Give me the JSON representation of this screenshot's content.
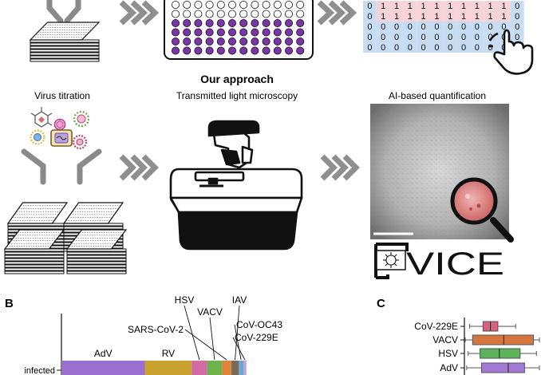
{
  "workflow": {
    "approach_title": "Our approach",
    "stages": [
      "Virus titration",
      "Transmitted light microscopy",
      "AI-based quantification"
    ],
    "logo_text": "VICE"
  },
  "matrix": {
    "rows": [
      [
        "0",
        "1",
        "1",
        "1",
        "1",
        "1",
        "1",
        "1",
        "1",
        "1",
        "1",
        "0"
      ],
      [
        "0",
        "1",
        "1",
        "1",
        "1",
        "1",
        "1",
        "1",
        "1",
        "1",
        "1",
        "0"
      ],
      [
        "0",
        "0",
        "0",
        "0",
        "0",
        "0",
        "0",
        "0",
        "0",
        "0",
        "0",
        "0"
      ],
      [
        "0",
        "0",
        "0",
        "0",
        "0",
        "0",
        "0",
        "0",
        "0",
        "0",
        "0",
        "0"
      ],
      [
        "0",
        "0",
        "0",
        "0",
        "0",
        "0",
        "0",
        "0",
        "0",
        "0",
        "0",
        "0"
      ]
    ],
    "color_one": "#f6d3d6",
    "color_zero": "#c9ddf2"
  },
  "plate": {
    "well_color_filled": "#7a35a8",
    "rows_empty": 2,
    "rows_filled": 4
  },
  "panel_b": {
    "panel_letter": "B",
    "row_label": "infected",
    "virus_labels": [
      "HSV",
      "IAV",
      "SARS-CoV-2",
      "VACV",
      "CoV-OC43",
      "CoV-229E"
    ],
    "chart_data": {
      "type": "bar",
      "orientation": "horizontal-stacked",
      "categories": [
        "infected"
      ],
      "series": [
        {
          "name": "AdV",
          "color": "#9b6fd0",
          "value": 27.5
        },
        {
          "name": "RV",
          "color": "#c8a12e",
          "value": 15.5
        },
        {
          "name": "HSV",
          "color": "#d16ba5",
          "value": 5
        },
        {
          "name": "VACV",
          "color": "#6db24a",
          "value": 5
        },
        {
          "name": "SARS-CoV-2",
          "color": "#e0823a",
          "value": 3
        },
        {
          "name": "IAV",
          "color": "#7c6a55",
          "value": 2.5
        },
        {
          "name": "CoV-OC43",
          "color": "#6aa7d8",
          "value": 1.5
        },
        {
          "name": "CoV-229E",
          "color": "#c9a4c9",
          "value": 1
        }
      ]
    }
  },
  "panel_c": {
    "panel_letter": "C",
    "chart_data": {
      "type": "box",
      "categories": [
        "CoV-229E",
        "VACV",
        "HSV",
        "AdV"
      ],
      "boxes": [
        {
          "name": "CoV-229E",
          "color": "#d9607f",
          "whisker_lo": 0.06,
          "q1": 0.24,
          "median": 0.34,
          "q3": 0.44,
          "whisker_hi": 0.68
        },
        {
          "name": "VACV",
          "color": "#d4763e",
          "whisker_lo": 0.0,
          "q1": 0.1,
          "median": 0.52,
          "q3": 0.92,
          "whisker_hi": 1.0
        },
        {
          "name": "HSV",
          "color": "#5cb35a",
          "whisker_lo": 0.04,
          "q1": 0.2,
          "median": 0.46,
          "q3": 0.74,
          "whisker_hi": 0.96
        },
        {
          "name": "AdV",
          "color": "#a379d6",
          "whisker_lo": 0.02,
          "q1": 0.22,
          "median": 0.58,
          "q3": 0.8,
          "whisker_hi": 1.0
        }
      ]
    }
  }
}
